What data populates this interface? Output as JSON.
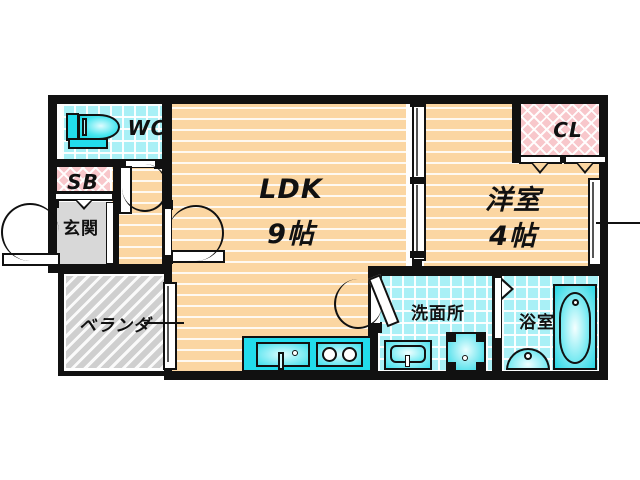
{
  "document": {
    "type": "japanese-floor-plan",
    "title": "間取り図",
    "background_color": "#ffffff"
  },
  "rooms": [
    {
      "id": "ldk",
      "name_line1": "LDK",
      "name_line2": "9帖",
      "floor_style": "wood",
      "floor_color": "#fbd6a2"
    },
    {
      "id": "western-room",
      "name_line1": "洋室",
      "name_line2": "4帖",
      "floor_style": "wood",
      "floor_color": "#fbd6a2"
    },
    {
      "id": "toilet",
      "name_line1": "WC",
      "floor_style": "tile",
      "floor_color": "#a9f0f6"
    },
    {
      "id": "washroom",
      "name_line1": "洗面所",
      "floor_style": "tile",
      "floor_color": "#a9f0f6"
    },
    {
      "id": "bathroom",
      "name_line1": "浴室",
      "floor_style": "tile",
      "floor_color": "#a9f0f6"
    },
    {
      "id": "entrance",
      "name_line1": "玄関",
      "floor_style": "gray",
      "floor_color": "#d8d8d8"
    },
    {
      "id": "balcony",
      "name_line1": "ベランダ",
      "floor_style": "diagonal-hatch",
      "floor_color": "#cfcfcf"
    },
    {
      "id": "shoe-box",
      "name_line1": "SB",
      "floor_style": "pink-diamond",
      "floor_color": "#f8c7cb"
    },
    {
      "id": "closet",
      "name_line1": "CL",
      "floor_style": "pink-diamond",
      "floor_color": "#f8c7cb"
    }
  ],
  "fixtures": [
    {
      "id": "toilet-bowl",
      "label": "toilet-fixture",
      "room": "toilet"
    },
    {
      "id": "kitchen-sink",
      "label": "kitchen-sink",
      "room": "ldk"
    },
    {
      "id": "kitchen-stove",
      "label": "two-burner-stove",
      "room": "ldk"
    },
    {
      "id": "vanity-sink",
      "label": "vanity-sink",
      "room": "washroom"
    },
    {
      "id": "washer-pan",
      "label": "washing-machine-pan",
      "room": "washroom"
    },
    {
      "id": "bathtub",
      "label": "bathtub",
      "room": "bathroom"
    },
    {
      "id": "shower-bench",
      "label": "shower-seat",
      "room": "bathroom"
    }
  ],
  "openings": [
    {
      "id": "entrance-door",
      "type": "swing-door"
    },
    {
      "id": "hall-to-ldk-door",
      "type": "swing-door"
    },
    {
      "id": "wc-door",
      "type": "swing-door"
    },
    {
      "id": "washroom-door",
      "type": "swing-door"
    },
    {
      "id": "bathroom-door",
      "type": "folding-door"
    },
    {
      "id": "ldk-bedroom-sliding-door",
      "type": "sliding-door"
    },
    {
      "id": "balcony-window",
      "type": "sliding-window"
    },
    {
      "id": "bedroom-window",
      "type": "sliding-window"
    },
    {
      "id": "closet-doors",
      "type": "closet-double-door"
    },
    {
      "id": "shoe-box-door",
      "type": "cabinet-door"
    }
  ],
  "colors": {
    "wall": "#111111",
    "wood_floor": "#fbd6a2",
    "tile": "#a9f0f6",
    "pink": "#f8c7cb",
    "gray": "#d8d8d8",
    "hatch": "#cfcfcf",
    "fixture_cyan": "#22dcec"
  }
}
